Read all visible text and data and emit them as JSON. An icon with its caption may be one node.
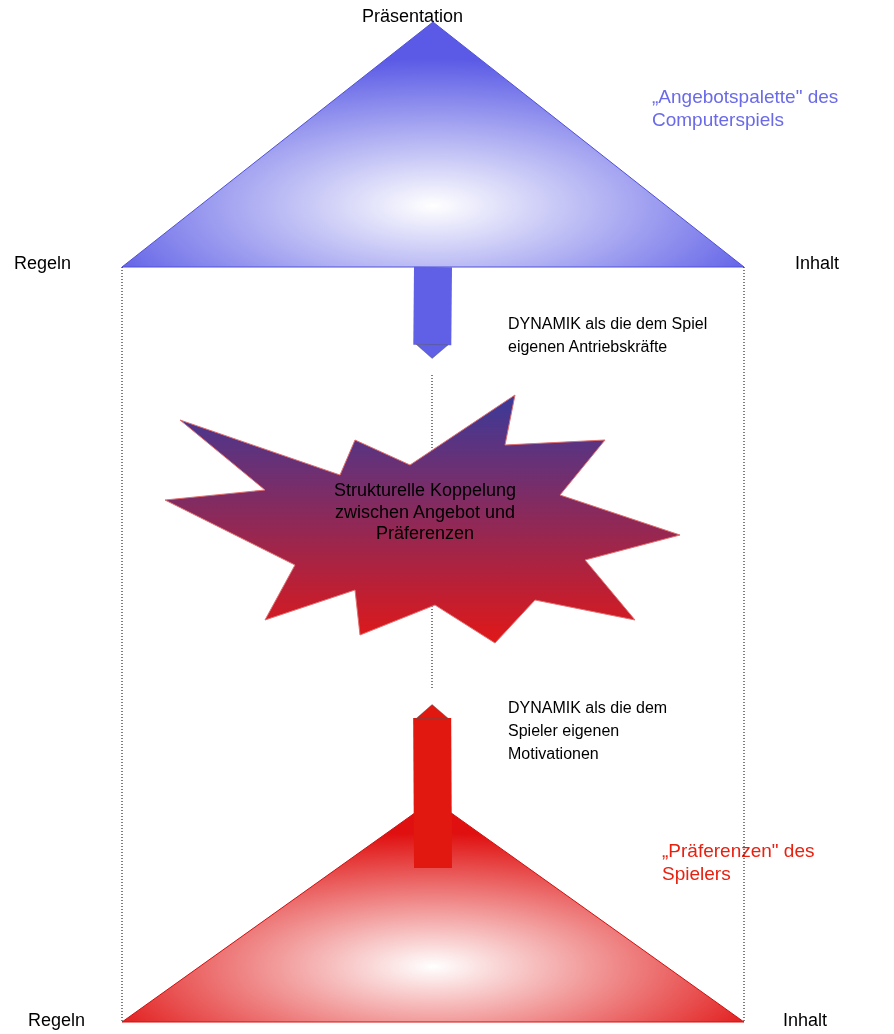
{
  "diagram": {
    "nodes": [
      {
        "text": [],
        "shape": "triangle",
        "beside": [
          "„Angebotspalette\" des Computerspiels"
        ]
      },
      {
        "text": [
          "Strukturelle Koppelung zwischen Angebot und Präferenzen"
        ]
      },
      {
        "text": [],
        "shape": "triangle",
        "beside": [
          "„Präferenzen\" des Spielers"
        ]
      }
    ],
    "edges": [
      {
        "from": 0,
        "to": 1,
        "arrow": "to",
        "style": "thick",
        "color": "#6060e6",
        "label": "DYNAMIK als die dem Spiel eigenen Antriebskräfte"
      },
      {
        "from": 2,
        "to": 1,
        "arrow": "to",
        "style": "thick",
        "color": "#e01810",
        "label": "DYNAMIK als die dem Spieler eigenen Motivationen"
      },
      {
        "from": 0,
        "to": 2,
        "arrow": "none",
        "style": "dashed"
      },
      {
        "from": 0,
        "to": 2,
        "arrow": "none",
        "style": "dashed"
      }
    ],
    "labels": [
      "Präsentation",
      "Regeln",
      "Inhalt",
      "Regeln",
      "Inhalt"
    ]
  }
}
